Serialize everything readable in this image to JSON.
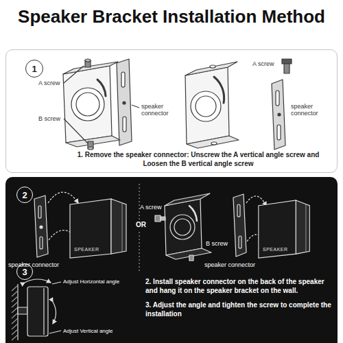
{
  "diagram": {
    "title": "Speaker Bracket Installation Method",
    "nodes": [
      {
        "text": [
          "1. Remove the speaker connector: Unscrew the A vertical angle screw and Loosen the B vertical angle screw"
        ]
      },
      {
        "text": [
          "1"
        ],
        "in": 0
      },
      {
        "text": [
          "2. Install speaker connector on the back of the speaker and hang it on the speaker bracket on the wall.",
          "3. Adjust the angle and tighten the screw to complete the installation"
        ]
      },
      {
        "text": [
          "2"
        ],
        "in": 2
      },
      {
        "text": [
          "SPEAKER"
        ],
        "in": 2
      },
      {
        "text": [
          "SPEAKER"
        ],
        "in": 2
      },
      {
        "text": [
          "3"
        ],
        "in": 2
      }
    ],
    "labels": [
      "A screw",
      "B screw",
      "speaker connector",
      "A screw",
      "speaker connector",
      "speaker connector",
      "OR",
      "A screw",
      "B screw",
      "speaker connector",
      "Adjust Horizontal angle",
      "Adjust Vertical angle"
    ]
  }
}
